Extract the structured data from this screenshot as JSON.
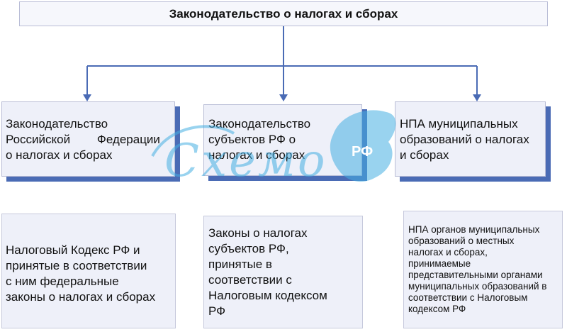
{
  "header": {
    "title": "Законодательство о налогах и сборах"
  },
  "level1": [
    {
      "lines": [
        "Законодательство",
        "Российской        Федерации",
        "о налогах и сборах"
      ]
    },
    {
      "lines": [
        "Законодательство",
        "субъектов РФ о",
        "налогах и сборах"
      ]
    },
    {
      "lines": [
        "НПА муниципальных",
        "образований о налогах",
        "и сборах"
      ]
    }
  ],
  "level2": [
    {
      "lines": [
        "Налоговый Кодекс РФ и",
        "принятые в соответствии",
        "с ним федеральные",
        "законы о налогах и сборах"
      ]
    },
    {
      "lines": [
        "Законы о налогах",
        "субъектов РФ,",
        "принятые в",
        "соответствии с",
        "Налоговым кодексом",
        "РФ"
      ]
    },
    {
      "lines": [
        "НПА органов муниципальных",
        "образований о местных",
        "налогах и сборах,",
        "принимаемые",
        "представительными органами",
        "муниципальных образований в",
        "соответствии с Налоговым",
        "кодексом РФ"
      ]
    }
  ],
  "watermark": {
    "text": "Схемо",
    "badge": "РФ"
  },
  "colors": {
    "connector": "#4a6bb5",
    "box_fill": "#eef0f9",
    "box_border": "#b9bdd6",
    "shadow": "#4a6bb5"
  }
}
